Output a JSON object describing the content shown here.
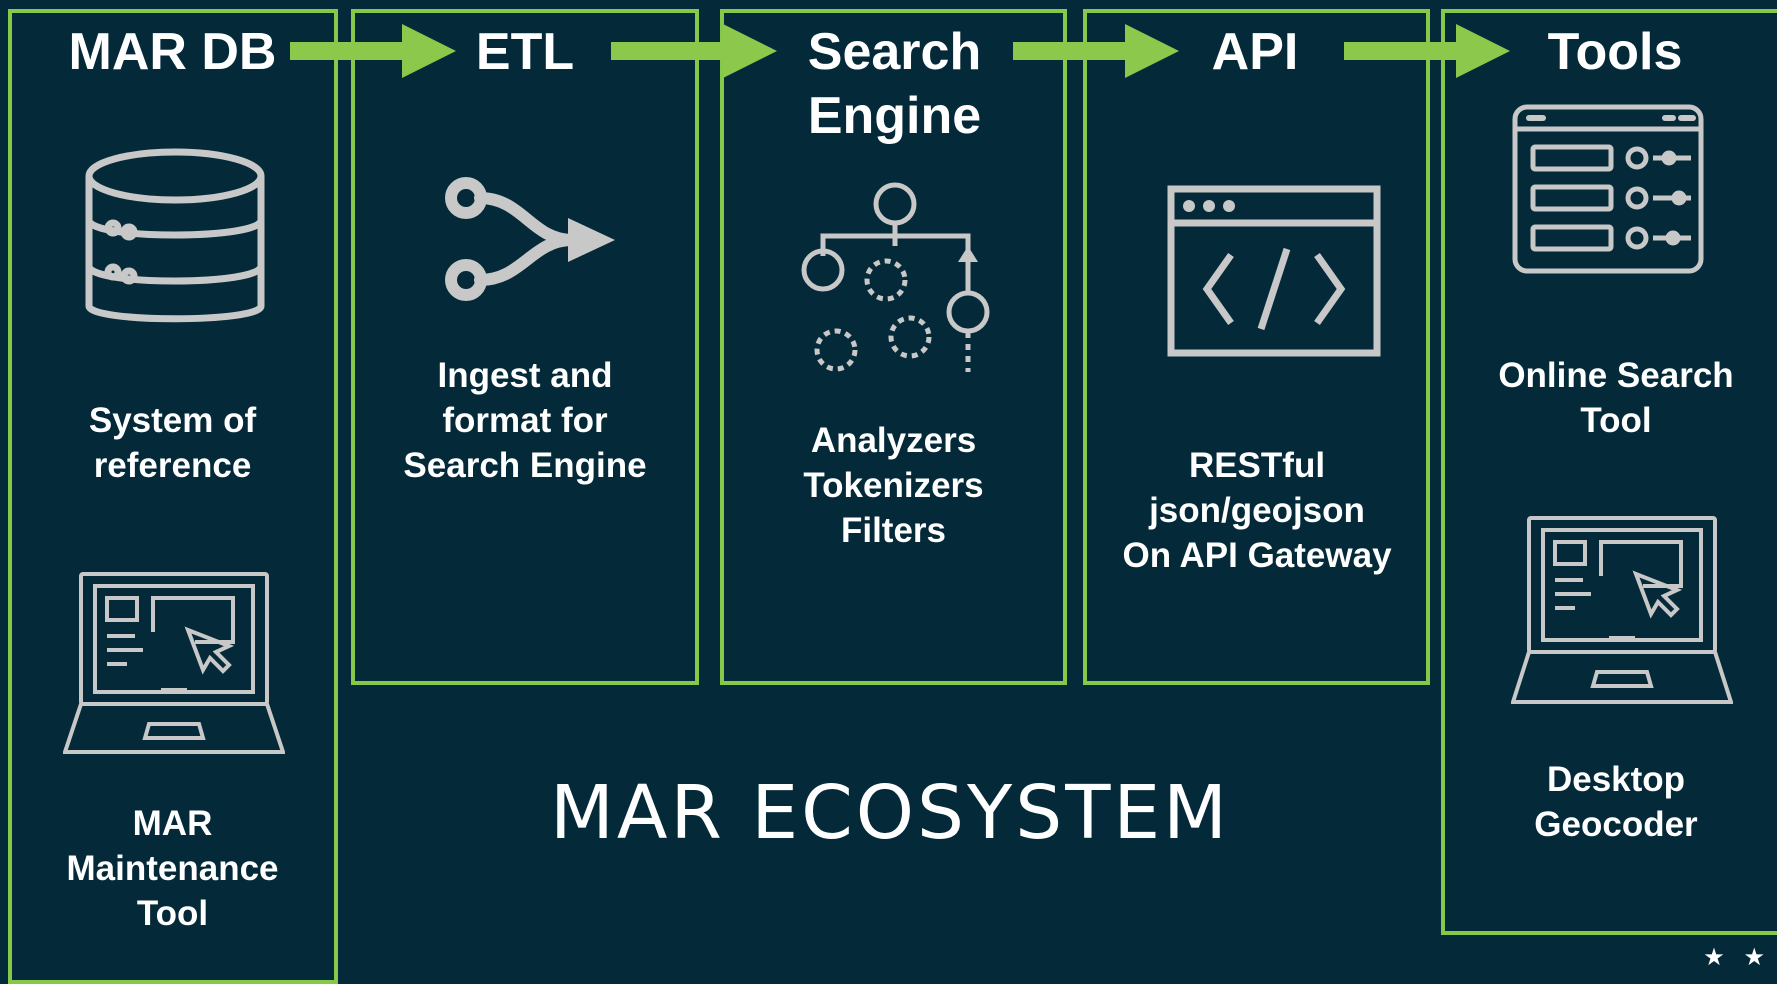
{
  "colors": {
    "background": "#042a3a",
    "box_border": "#86c84a",
    "arrow": "#8cc84b",
    "icon": "#c8c8c8",
    "text": "#ffffff"
  },
  "columns": {
    "mar_db": {
      "title": "MAR DB",
      "desc_lines": [
        "System of",
        "reference"
      ],
      "tool_lines": [
        "MAR",
        "Maintenance",
        "Tool"
      ],
      "icons": [
        "database-icon",
        "laptop-icon"
      ]
    },
    "etl": {
      "title": "ETL",
      "desc_lines": [
        "Ingest and",
        "format for",
        "Search Engine"
      ],
      "icons": [
        "merge-arrow-icon"
      ]
    },
    "search": {
      "title_lines": [
        "Search",
        "Engine"
      ],
      "desc_lines": [
        "Analyzers",
        "Tokenizers",
        "Filters"
      ],
      "icons": [
        "hierarchy-tree-icon"
      ]
    },
    "api": {
      "title": "API",
      "desc_lines": [
        "RESTful",
        "json/geojson",
        "On API Gateway"
      ],
      "icons": [
        "code-window-icon"
      ]
    },
    "tools": {
      "title": "Tools",
      "desc_lines": [
        "Online Search",
        "Tool"
      ],
      "tool_lines": [
        "Desktop",
        "Geocoder"
      ],
      "icons": [
        "settings-panel-icon",
        "laptop-icon"
      ]
    }
  },
  "footer": {
    "ecosystem_title": "MAR ECOSYSTEM",
    "stars": "★ ★"
  }
}
